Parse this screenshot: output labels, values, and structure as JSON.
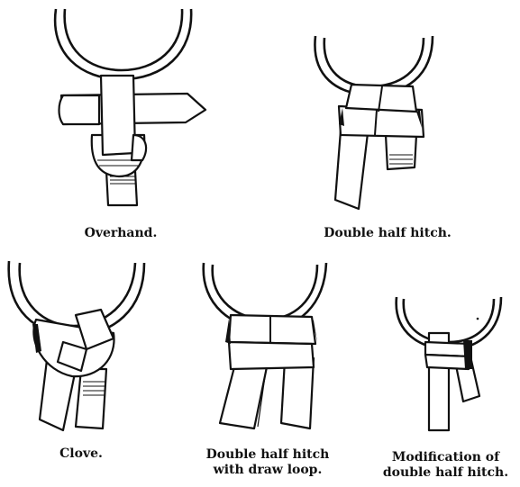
{
  "figures": [
    {
      "id": "overhand",
      "caption_lines": [
        "Overhand."
      ]
    },
    {
      "id": "double-half-hitch",
      "caption_lines": [
        "Double half hitch."
      ]
    },
    {
      "id": "clove",
      "caption_lines": [
        "Clove."
      ]
    },
    {
      "id": "double-half-hitch-draw-loop",
      "caption_lines": [
        "Double half hitch",
        "with draw loop."
      ]
    },
    {
      "id": "modification-double-half-hitch",
      "caption_lines": [
        "Modification of",
        "double half hitch."
      ]
    }
  ]
}
